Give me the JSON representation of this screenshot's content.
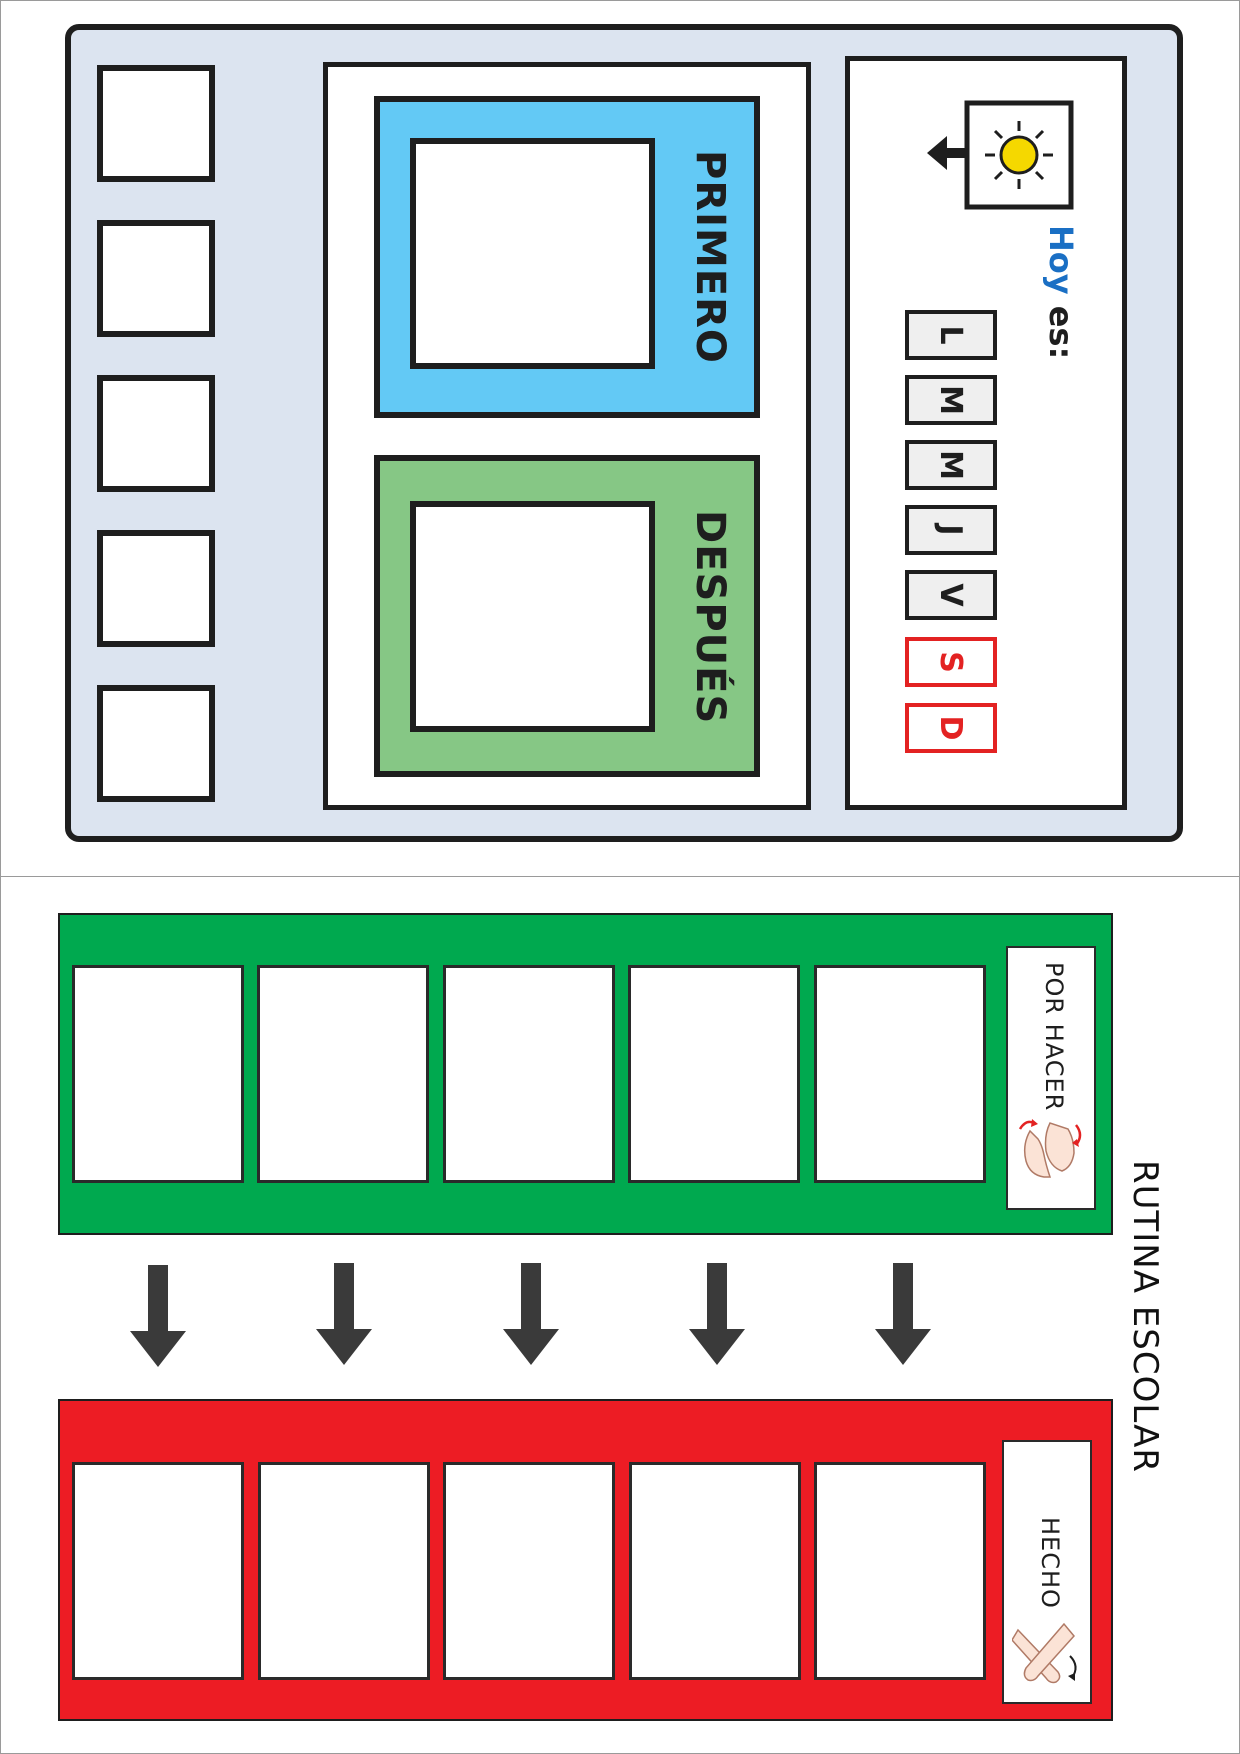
{
  "top_board": {
    "first_label": "PRIMERO",
    "then_label": "DESPUÉS",
    "today": {
      "hoy": "Hoy",
      "es": "es:"
    },
    "days": [
      {
        "letter": "L",
        "weekend": false
      },
      {
        "letter": "M",
        "weekend": false
      },
      {
        "letter": "M",
        "weekend": false
      },
      {
        "letter": "J",
        "weekend": false
      },
      {
        "letter": "V",
        "weekend": false
      },
      {
        "letter": "S",
        "weekend": true
      },
      {
        "letter": "D",
        "weekend": true
      }
    ],
    "sun_icon": "sun-icon"
  },
  "routine": {
    "title": "RUTINA ESCOLAR",
    "todo_label": "POR HACER",
    "done_label": "HECHO",
    "todo_icon": "sign-language-hands-icon",
    "done_icon": "crossed-arms-sign-icon",
    "arrow_icon": "down-arrow-icon"
  },
  "colors": {
    "board_bg": "#dce4f0",
    "first_box": "#63c9f5",
    "then_box": "#86c785",
    "todo_bar": "#00a94f",
    "done_bar": "#ed1c24",
    "hoy_blue": "#1a6fc4",
    "weekend_red": "#e32222",
    "sun_yellow": "#f5d800"
  }
}
